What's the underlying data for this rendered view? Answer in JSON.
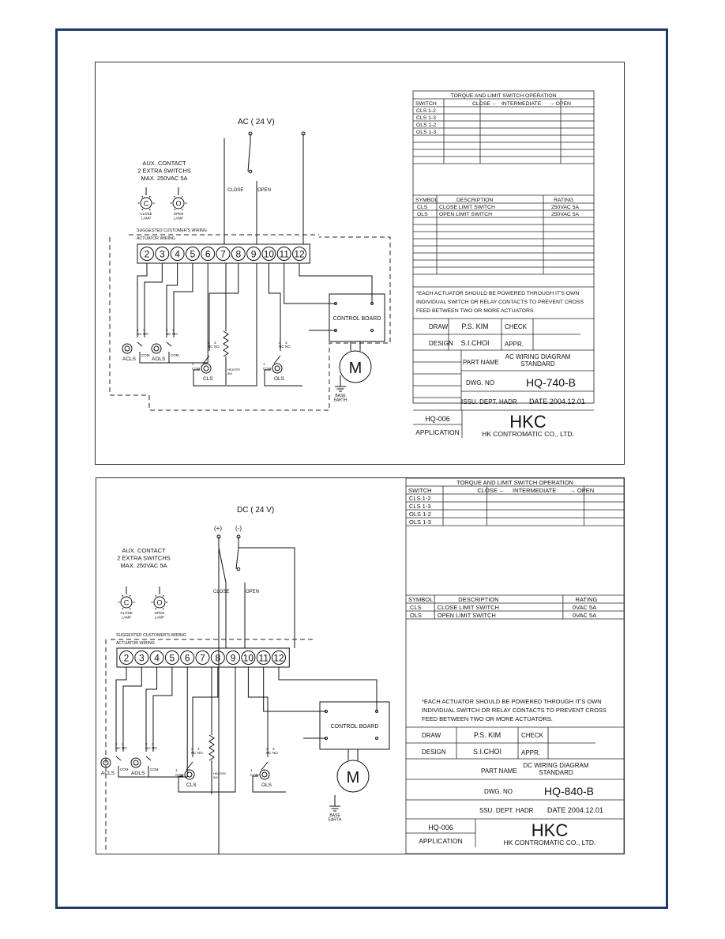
{
  "sheets": [
    {
      "id": "ac",
      "supply": "AC ( 24 V)",
      "supply_plus": "",
      "supply_minus": "",
      "aux_contact": [
        "AUX. CONTACT",
        "2 EXTRA SWITCHS",
        "MAX. 250VAC 5A"
      ],
      "lamp_close": {
        "glyph": "C",
        "label": [
          "CLOSE",
          "LAMP"
        ]
      },
      "lamp_open": {
        "glyph": "O",
        "label": [
          "OPEN",
          "LAMP"
        ]
      },
      "suggested_wiring": [
        "SUGGESTED CUSTOMER'S WIRING",
        "ACTUATOR WIRING"
      ],
      "close_label": "CLOSE",
      "open_label": "OPEN",
      "terminals": [
        "2",
        "3",
        "4",
        "5",
        "6",
        "7",
        "8",
        "9",
        "10",
        "11",
        "12"
      ],
      "control_board": "CONTROL BOARD",
      "motor": "M",
      "base_earth": [
        "BASE",
        "EARTH"
      ],
      "heater": [
        "HEATER",
        "5W"
      ],
      "switches": {
        "acls": "ACLS",
        "aols": "AOLS",
        "cls": "CLS",
        "ols": "OLS",
        "com": "COM",
        "nc": "NC",
        "no": "NO"
      },
      "pin_numbers": [
        "1",
        "2",
        "3"
      ],
      "torque_title": "TORQUE AND LIMIT SWITCH OPERATION",
      "torque_header": {
        "switch": "SWITCH",
        "close": "CLOSE",
        "intermediate": "INTERMEDIATE",
        "open": "OPEN"
      },
      "torque_rows": [
        "CLS 1-2",
        "CLS 1-3",
        "OLS 1-2",
        "OLS 1-3"
      ],
      "symbol_header": {
        "symbol": "SYMBOL",
        "description": "DESCRIPTION",
        "rating": "RATING"
      },
      "symbol_rows": [
        {
          "symbol": "CLS",
          "description": "CLOSE LIMIT SWITCH",
          "rating": "250VAC 5A"
        },
        {
          "symbol": "OLS",
          "description": "OPEN LIMIT SWITCH",
          "rating": "250VAC 5A"
        }
      ],
      "note": [
        "*EACH ACTUATOR SHOULD BE POWERED THROUGH IT'S OWN",
        "INDIVIDUAL SWITCH OR RELAY CONTACTS TO PREVENT CROSS",
        "FEED BETWEEN TWO OR MORE ACTUATORS."
      ],
      "title_block": {
        "draw": "DRAW",
        "draw_name": "P.S. KIM",
        "check": "CHECK",
        "design": "DESIGN",
        "design_name": "S.I.CHOI",
        "appr": "APPR.",
        "part_name_label": "PART NAME",
        "part_name": [
          "AC WIRING DIAGRAM",
          "STANDARD"
        ],
        "dwg_no_label": "DWG. NO",
        "dwg_no": "HQ-740-B",
        "issu_dept": "ISSU. DEPT. HADR",
        "date": "DATE 2004.12.01",
        "code": "HQ-006",
        "application": "APPLICATION",
        "logo": "HKC",
        "company": "HK CONTROMATIC CO., LTD."
      }
    },
    {
      "id": "dc",
      "supply": "DC ( 24 V)",
      "supply_plus": "(+)",
      "supply_minus": "(-)",
      "aux_contact": [
        "AUX. CONTACT",
        "2 EXTRA SWITCHS",
        "MAX. 250VAC 5A"
      ],
      "lamp_close": {
        "glyph": "C",
        "label": [
          "CLOSE",
          "LAMP"
        ]
      },
      "lamp_open": {
        "glyph": "O",
        "label": [
          "OPEN",
          "LAMP"
        ]
      },
      "suggested_wiring": [
        "SUGGESTED CUSTOMER'S WIRING",
        "ACTUATOR WIRING"
      ],
      "close_label": "CLOSE",
      "open_label": "OPEN",
      "terminals": [
        "2",
        "3",
        "4",
        "5",
        "6",
        "7",
        "8",
        "9",
        "10",
        "11",
        "12"
      ],
      "control_board": "CONTROL BOARD",
      "motor": "M",
      "base_earth": [
        "BASE",
        "EARTH"
      ],
      "heater": [
        "HEATER",
        "5W"
      ],
      "switches": {
        "acls": "ACLS",
        "aols": "AOLS",
        "cls": "CLS",
        "ols": "OLS",
        "com": "COM",
        "nc": "NC",
        "no": "NO"
      },
      "pin_numbers": [
        "1",
        "2",
        "3"
      ],
      "torque_title": "TORQUE AND LIMIT SWITCH OPERATION",
      "torque_header": {
        "switch": "SWITCH",
        "close": "CLOSE",
        "intermediate": "INTERMEDIATE",
        "open": "OPEN"
      },
      "torque_rows": [
        "CLS 1-2",
        "CLS 1-3",
        "OLS 1-2",
        "OLS 1-3"
      ],
      "symbol_header": {
        "symbol": "SYMBOL",
        "description": "DESCRIPTION",
        "rating": "RATING"
      },
      "symbol_rows": [
        {
          "symbol": "CLS",
          "description": "CLOSE LIMIT SWITCH",
          "rating": "0VAC 5A"
        },
        {
          "symbol": "OLS",
          "description": "OPEN LIMIT SWITCH",
          "rating": "0VAC 5A"
        }
      ],
      "note": [
        "*EACH ACTUATOR SHOULD BE POWERED THROUGH IT'S OWN",
        "INDIVIDUAL SWITCH OR RELAY CONTACTS TO PREVENT CROSS",
        "FEED BETWEEN TWO OR MORE ACTUATORS."
      ],
      "title_block": {
        "draw": "DRAW",
        "draw_name": "P.S. KIM",
        "check": "CHECK",
        "design": "DESIGN",
        "design_name": "S.I.CHOI",
        "appr": "APPR.",
        "part_name_label": "PART NAME",
        "part_name": [
          "DC WIRING DIAGRAM",
          "STANDARD"
        ],
        "dwg_no_label": "DWG. NO",
        "dwg_no": "HQ-840-B",
        "issu_dept": "SSU. DEPT. HADR",
        "date": "DATE 2004.12.01",
        "code": "HQ-006",
        "application": "APPLICATION",
        "logo": "HKC",
        "company": "HK CONTROMATIC CO., LTD."
      }
    }
  ]
}
